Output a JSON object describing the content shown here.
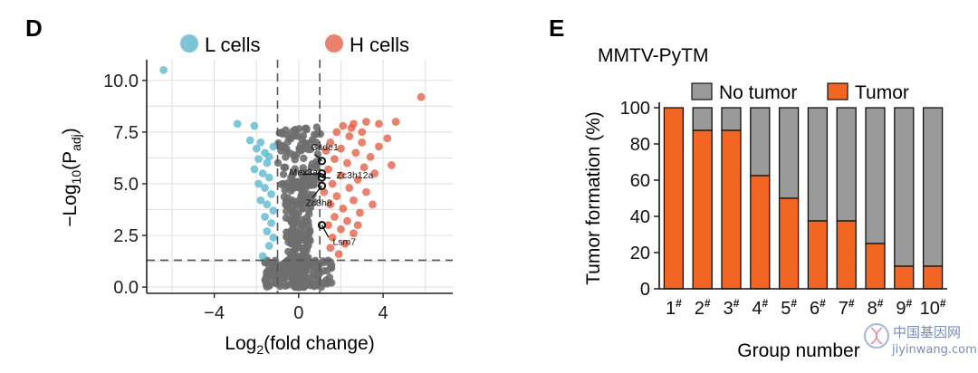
{
  "panel_d": {
    "letter": "D",
    "legend": [
      {
        "label": "L cells",
        "color": "#7fc4d6"
      },
      {
        "label": "H cells",
        "color": "#e8826c"
      }
    ],
    "colors": {
      "down": "#5ab7cf",
      "up": "#e2573b",
      "ns": "#6e6e6e",
      "grid": "#e3e3e3"
    }
  },
  "panel_e": {
    "letter": "E",
    "title": "MMTV-PyTM",
    "colors": {
      "tumor": "#f26522",
      "no_tumor": "#9a9a9a"
    }
  },
  "chart_data": [
    {
      "type": "scatter",
      "title": "",
      "xlabel": "Log2(fold change)",
      "xlabel_parts": {
        "base": "Log",
        "sub": "2",
        "rest": "(fold change)"
      },
      "ylabel": "-Log10(Padj)",
      "ylabel_parts": {
        "pre": "−Log",
        "sub": "10",
        "mid": "(P",
        "sub2": "adj",
        "post": ")"
      },
      "xlim": [
        -7.2,
        7.3
      ],
      "ylim": [
        -0.3,
        11.0
      ],
      "xticks": [
        -4,
        0,
        4
      ],
      "xtick_labels": [
        "−4",
        "0",
        "4"
      ],
      "yticks": [
        0,
        2.5,
        5,
        7.5,
        10
      ],
      "ytick_labels": [
        "0.0",
        "2.5",
        "5.0",
        "7.5",
        "10.0"
      ],
      "grid": true,
      "thresholds": {
        "x": [
          -1,
          1
        ],
        "y": 1.3
      },
      "legend_position": "top",
      "series": [
        {
          "name": "L cells",
          "points": [
            [
              -6.4,
              10.5
            ],
            [
              -2.9,
              7.9
            ],
            [
              -2.1,
              7.8
            ],
            [
              -2.3,
              7.1
            ],
            [
              -1.8,
              7.0
            ],
            [
              -2.0,
              6.7
            ],
            [
              -1.6,
              6.5
            ],
            [
              -1.9,
              6.2
            ],
            [
              -1.5,
              6.0
            ],
            [
              -2.1,
              5.7
            ],
            [
              -1.7,
              5.5
            ],
            [
              -1.4,
              5.3
            ],
            [
              -1.9,
              5.0
            ],
            [
              -1.6,
              4.8
            ],
            [
              -1.3,
              4.5
            ],
            [
              -1.8,
              4.2
            ],
            [
              -1.5,
              4.0
            ],
            [
              -1.2,
              3.7
            ],
            [
              -1.6,
              3.4
            ],
            [
              -1.3,
              3.1
            ],
            [
              -1.5,
              2.7
            ],
            [
              -1.2,
              2.4
            ],
            [
              -1.4,
              2.0
            ],
            [
              -1.7,
              1.5
            ],
            [
              -1.2,
              6.8
            ],
            [
              -1.4,
              6.3
            ]
          ]
        },
        {
          "name": "H cells",
          "points": [
            [
              5.8,
              9.2
            ],
            [
              4.6,
              8.0
            ],
            [
              3.8,
              7.9
            ],
            [
              3.2,
              8.0
            ],
            [
              2.6,
              7.9
            ],
            [
              2.1,
              7.8
            ],
            [
              1.8,
              7.5
            ],
            [
              2.4,
              7.3
            ],
            [
              3.0,
              7.0
            ],
            [
              1.5,
              7.0
            ],
            [
              2.0,
              6.7
            ],
            [
              2.7,
              6.5
            ],
            [
              3.4,
              6.3
            ],
            [
              1.7,
              6.2
            ],
            [
              2.3,
              6.0
            ],
            [
              3.1,
              5.8
            ],
            [
              1.4,
              5.7
            ],
            [
              2.0,
              5.4
            ],
            [
              2.8,
              5.2
            ],
            [
              3.6,
              5.5
            ],
            [
              1.6,
              5.0
            ],
            [
              2.4,
              4.8
            ],
            [
              3.2,
              4.6
            ],
            [
              1.8,
              4.4
            ],
            [
              2.6,
              4.2
            ],
            [
              1.5,
              4.0
            ],
            [
              2.1,
              3.8
            ],
            [
              2.9,
              3.6
            ],
            [
              1.7,
              3.4
            ],
            [
              2.3,
              3.2
            ],
            [
              1.4,
              3.0
            ],
            [
              2.0,
              2.8
            ],
            [
              2.6,
              2.6
            ],
            [
              1.6,
              2.4
            ],
            [
              2.2,
              2.1
            ],
            [
              1.5,
              1.9
            ],
            [
              1.9,
              1.6
            ],
            [
              4.2,
              7.2
            ],
            [
              3.8,
              6.8
            ],
            [
              4.4,
              5.9
            ],
            [
              3.5,
              4.0
            ],
            [
              2.8,
              3.0
            ],
            [
              1.3,
              6.6
            ],
            [
              1.2,
              4.6
            ],
            [
              2.5,
              7.7
            ],
            [
              3.0,
              7.5
            ]
          ]
        }
      ],
      "annotations": [
        {
          "label": "Csde1",
          "x": 1.1,
          "y": 6.1
        },
        {
          "label": "Mex3a",
          "x": 1.1,
          "y": 5.5
        },
        {
          "label": "Zc3h12a",
          "x": 1.1,
          "y": 5.3
        },
        {
          "label": "Zc3h8",
          "x": 1.1,
          "y": 4.9
        },
        {
          "label": "Lsm7",
          "x": 1.1,
          "y": 3.0
        }
      ]
    },
    {
      "type": "bar",
      "stacked": true,
      "title": "MMTV-PyTM",
      "xlabel": "Group number",
      "ylabel": "Tumor formation (%)",
      "categories": [
        "1#",
        "2#",
        "3#",
        "4#",
        "5#",
        "6#",
        "7#",
        "8#",
        "9#",
        "10#"
      ],
      "category_parts": [
        {
          "base": "1",
          "sup": "#"
        },
        {
          "base": "2",
          "sup": "#"
        },
        {
          "base": "3",
          "sup": "#"
        },
        {
          "base": "4",
          "sup": "#"
        },
        {
          "base": "5",
          "sup": "#"
        },
        {
          "base": "6",
          "sup": "#"
        },
        {
          "base": "7",
          "sup": "#"
        },
        {
          "base": "8",
          "sup": "#"
        },
        {
          "base": "9",
          "sup": "#"
        },
        {
          "base": "10",
          "sup": "#"
        }
      ],
      "series": [
        {
          "name": "Tumor",
          "values": [
            100,
            87.5,
            87.5,
            62.5,
            50,
            37.5,
            37.5,
            25,
            12.5,
            12.5
          ]
        },
        {
          "name": "No tumor",
          "values": [
            0,
            12.5,
            12.5,
            37.5,
            50,
            62.5,
            62.5,
            75,
            87.5,
            87.5
          ]
        }
      ],
      "ylim": [
        0,
        100
      ],
      "yticks": [
        0,
        20,
        40,
        60,
        80,
        100
      ],
      "ytick_labels": [
        "0",
        "20",
        "40",
        "60",
        "80",
        "100"
      ],
      "legend_order": [
        "No tumor",
        "Tumor"
      ],
      "legend_position": "top",
      "grid": false
    }
  ],
  "watermark": {
    "text_cn": "中国基因网",
    "text_en": "jiyinwang.com"
  }
}
